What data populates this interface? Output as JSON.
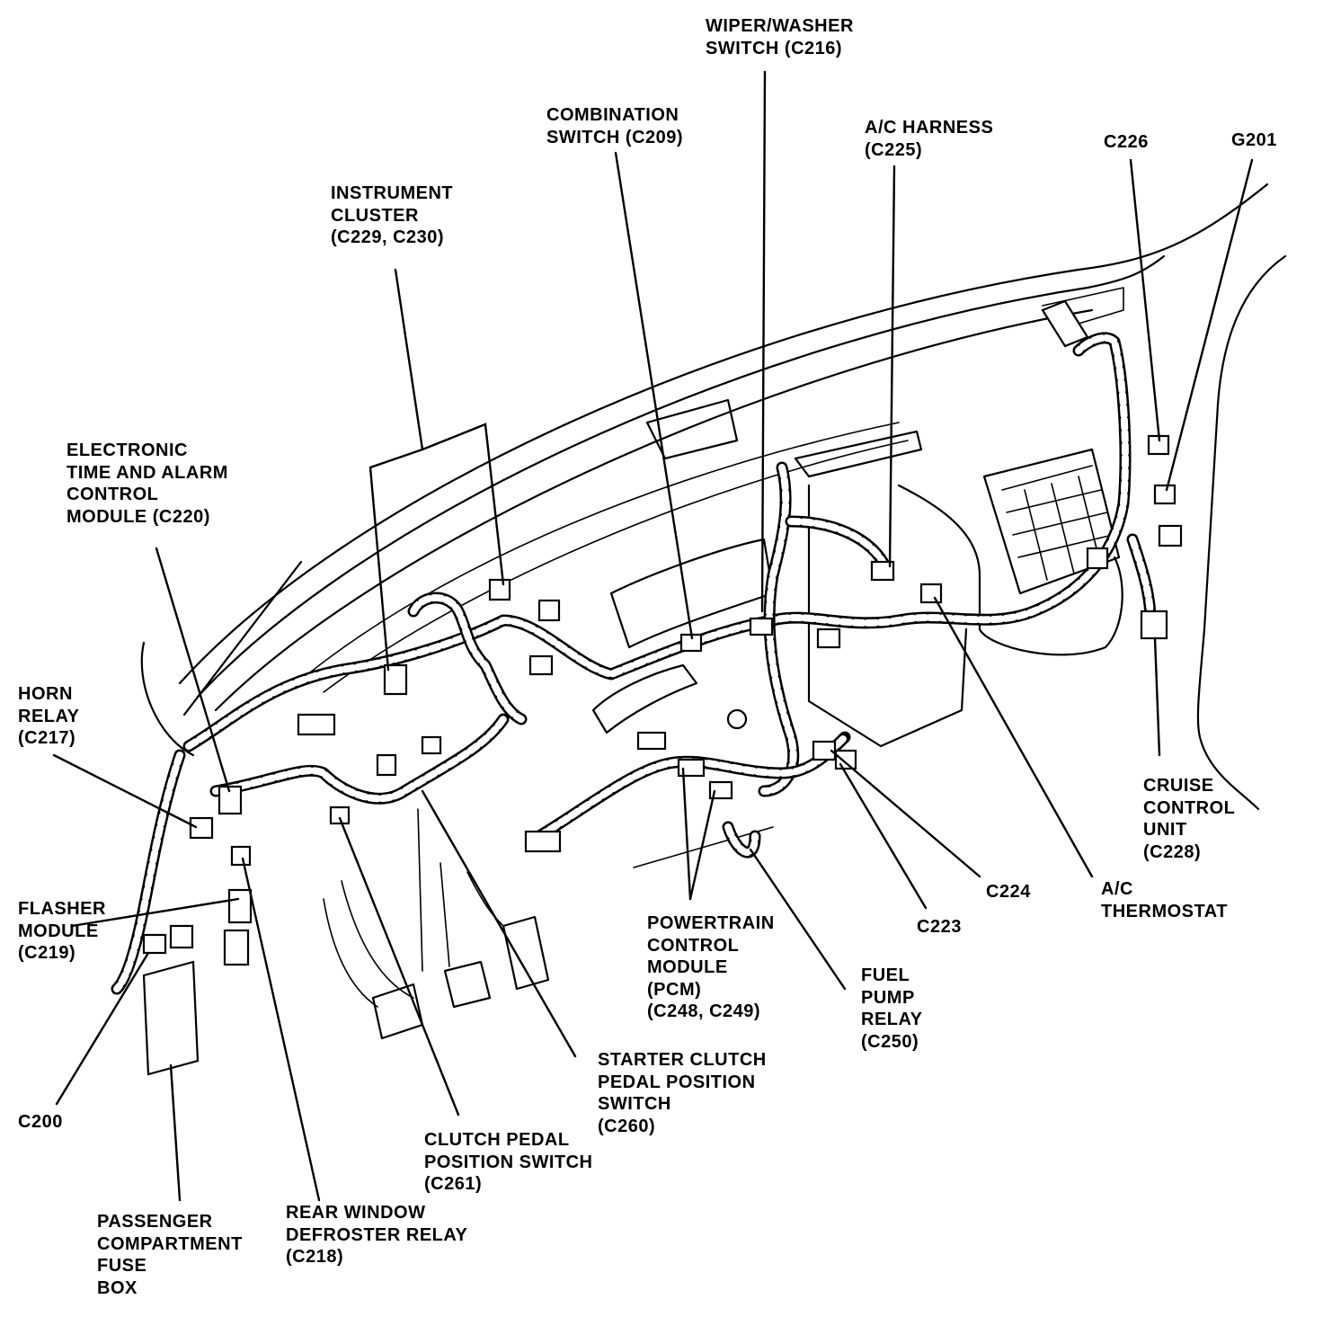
{
  "labels": {
    "wiper_washer": [
      "WIPER/WASHER",
      "SWITCH (C216)"
    ],
    "combination_switch": [
      "COMBINATION",
      "SWITCH (C209)"
    ],
    "ac_harness": [
      "A/C HARNESS",
      "(C225)"
    ],
    "c226": [
      "C226"
    ],
    "g201": [
      "G201"
    ],
    "instrument_cluster": [
      "INSTRUMENT",
      "CLUSTER",
      "(C229, C230)"
    ],
    "etac_module": [
      "ELECTRONIC",
      "TIME AND ALARM",
      "CONTROL",
      "MODULE (C220)"
    ],
    "horn_relay": [
      "HORN",
      "RELAY",
      "(C217)"
    ],
    "flasher_module": [
      "FLASHER",
      "MODULE",
      "(C219)"
    ],
    "c200": [
      "C200"
    ],
    "passenger_fuse_box": [
      "PASSENGER",
      "COMPARTMENT",
      "FUSE",
      "BOX"
    ],
    "rear_defroster_relay": [
      "REAR WINDOW",
      "DEFROSTER RELAY",
      "(C218)"
    ],
    "clutch_pedal_switch": [
      "CLUTCH PEDAL",
      "POSITION SWITCH",
      "(C261)"
    ],
    "starter_clutch_switch": [
      "STARTER CLUTCH",
      "PEDAL POSITION",
      "SWITCH",
      "(C260)"
    ],
    "pcm": [
      "POWERTRAIN",
      "CONTROL",
      "MODULE",
      "(PCM)",
      "(C248, C249)"
    ],
    "fuel_pump_relay": [
      "FUEL",
      "PUMP",
      "RELAY",
      "(C250)"
    ],
    "c223": [
      "C223"
    ],
    "c224": [
      "C224"
    ],
    "ac_thermostat": [
      "A/C",
      "THERMOSTAT"
    ],
    "cruise_control": [
      "CRUISE",
      "CONTROL",
      "UNIT",
      "(C228)"
    ]
  }
}
